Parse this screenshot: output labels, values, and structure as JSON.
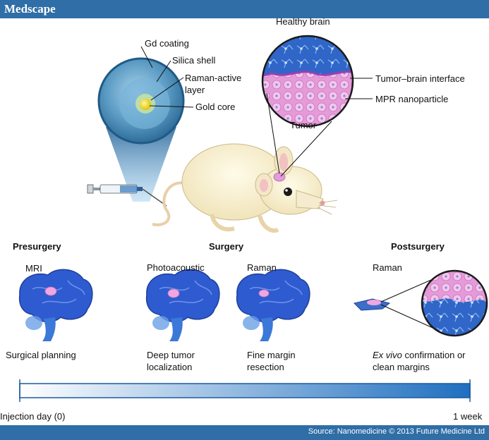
{
  "brand": "Medscape",
  "nanoparticle": {
    "gd_coating": "Gd coating",
    "silica_shell": "Silica shell",
    "raman_layer": "Raman-active layer",
    "gold_core": "Gold core"
  },
  "inset": {
    "healthy_brain": "Healthy brain",
    "interface": "Tumor–brain interface",
    "mpr": "MPR nanoparticle",
    "tumor": "Tumor"
  },
  "stages": {
    "presurgery": "Presurgery",
    "surgery": "Surgery",
    "postsurgery": "Postsurgery"
  },
  "methods": {
    "mri": "MRI",
    "photoacoustic": "Photoacoustic",
    "raman1": "Raman",
    "raman2": "Raman"
  },
  "purposes": {
    "planning": "Surgical planning",
    "deep_tumor": "Deep tumor localization",
    "fine_margin": "Fine margin resection",
    "ex_vivo": "Ex vivo",
    "confirmation": " confirmation or clean margins"
  },
  "timeline": {
    "start": "Injection day (0)",
    "end": "1 week"
  },
  "source": "Source: Nanomedicine © 2013 Future Medicine Ltd",
  "colors": {
    "header": "#2f6ea6",
    "brain": "#2f5bd0",
    "tumor": "#e890d8",
    "shell": "#5b9bc4"
  }
}
